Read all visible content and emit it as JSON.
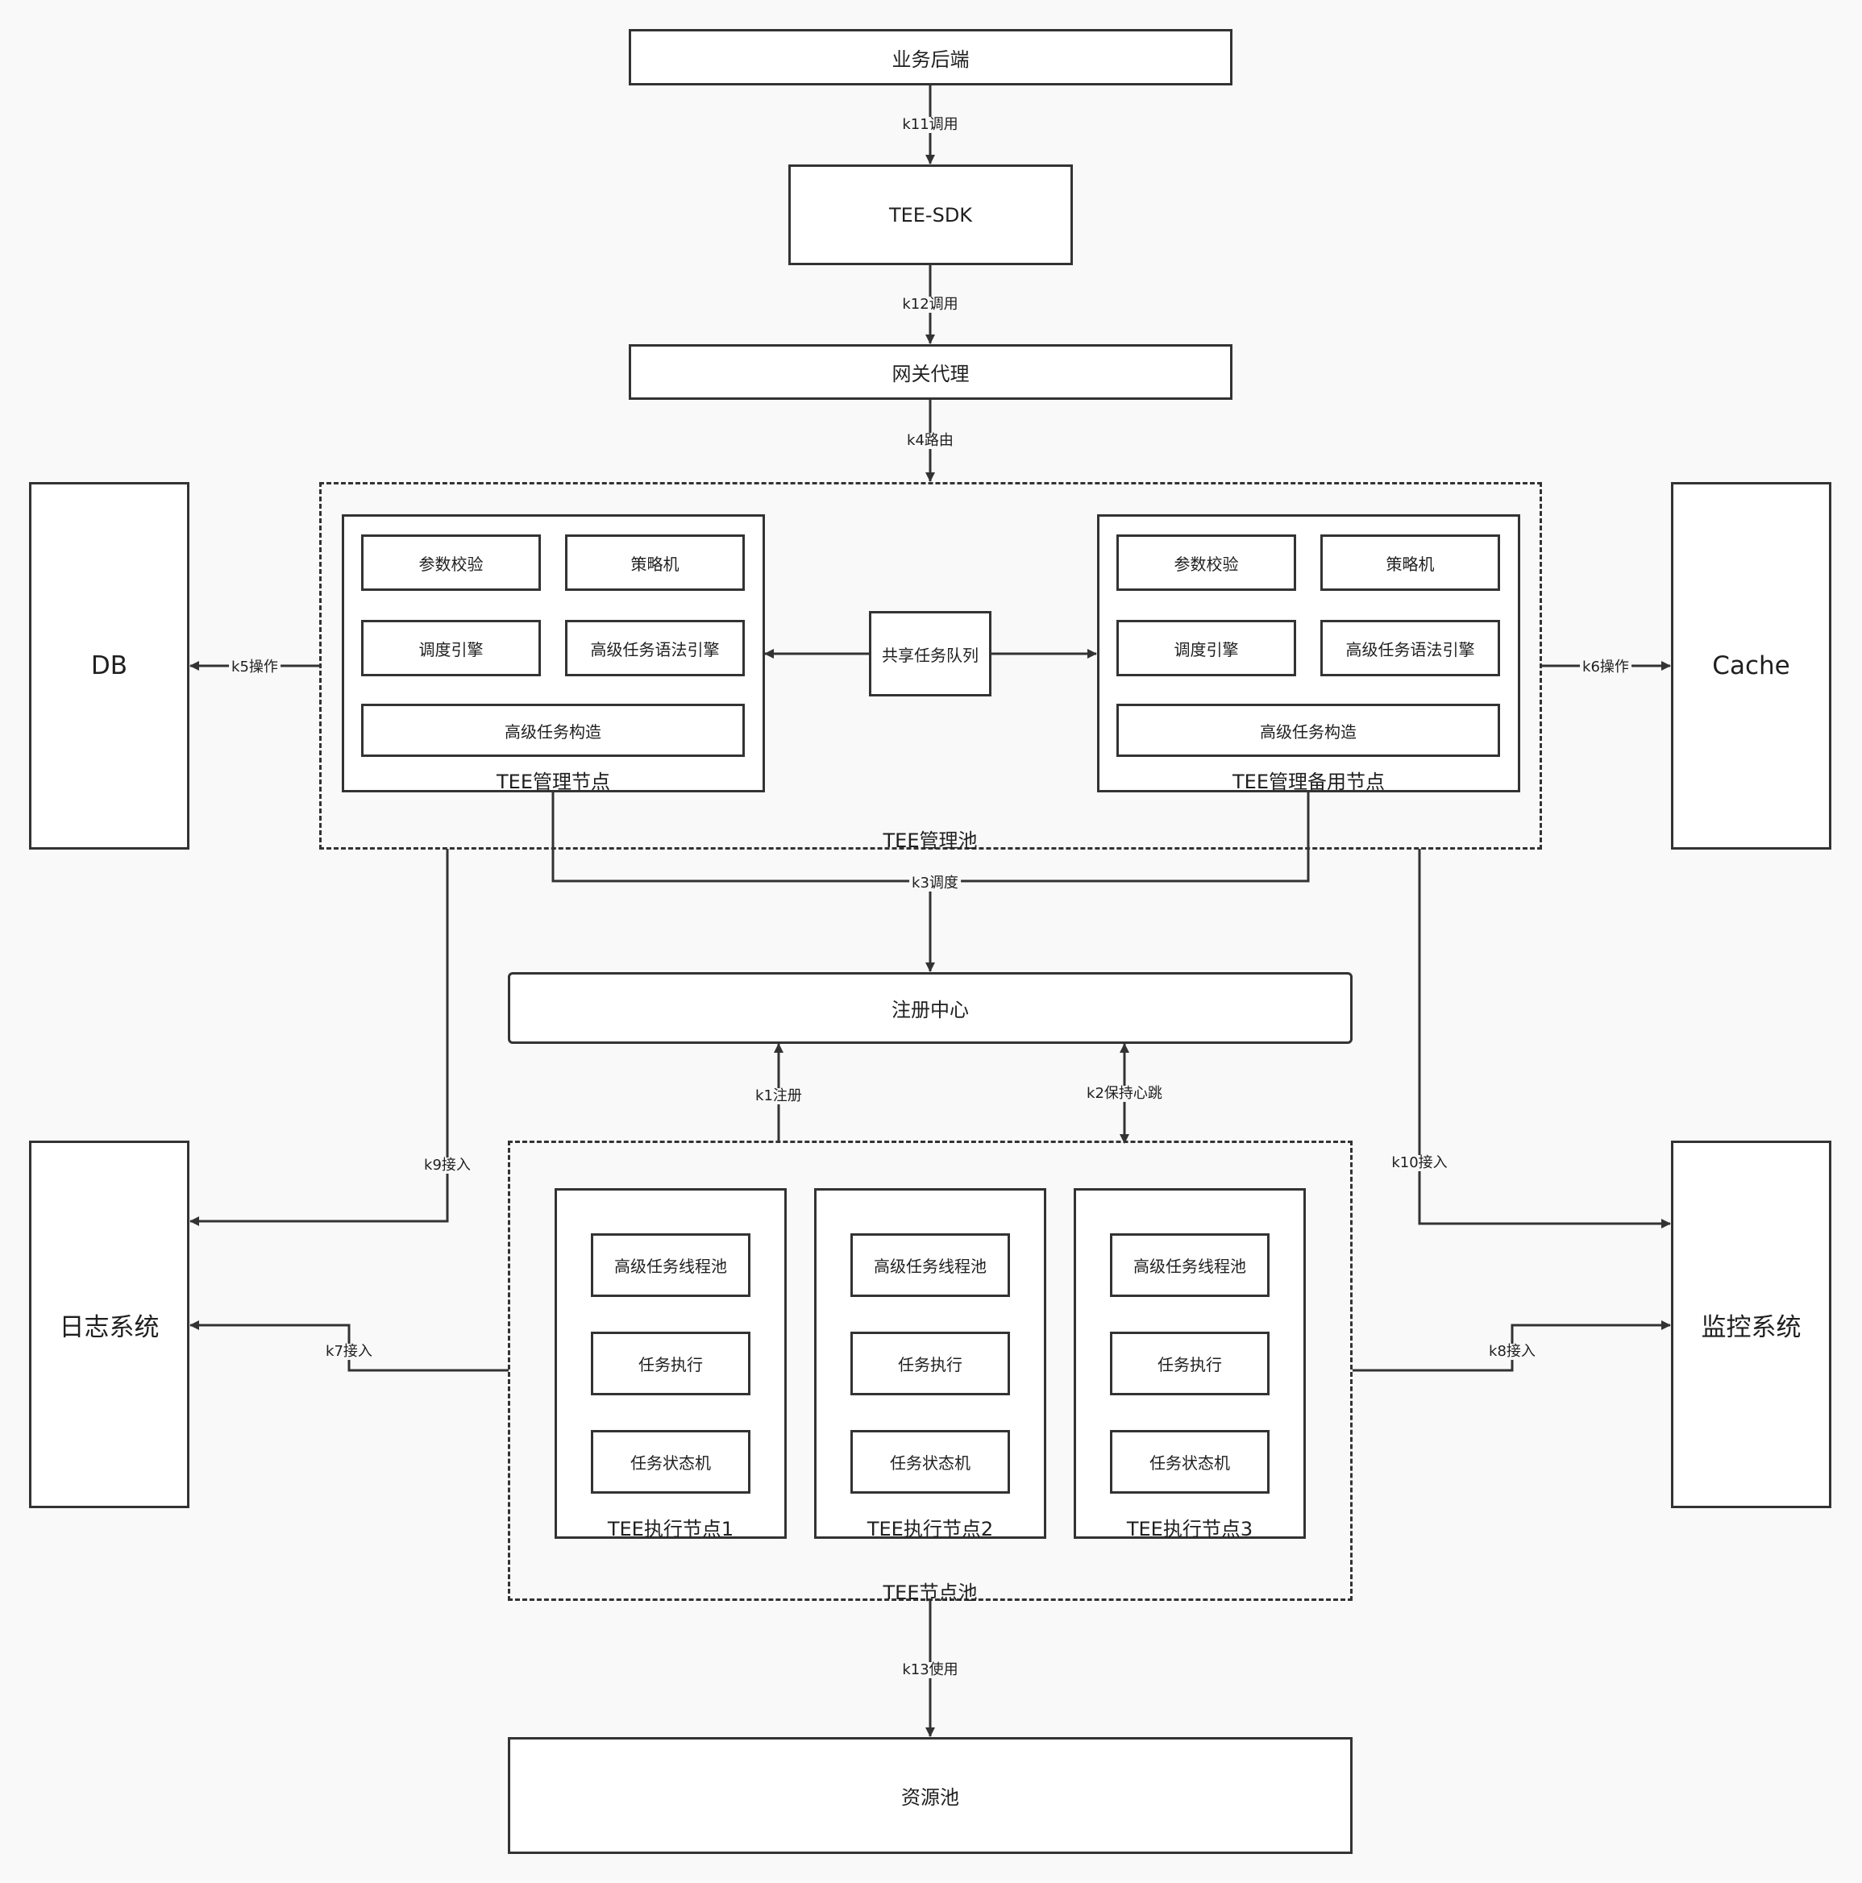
{
  "nodes": {
    "business_backend": "业务后端",
    "tee_sdk": "TEE-SDK",
    "gateway": "网关代理",
    "db": "DB",
    "cache": "Cache",
    "registry": "注册中心",
    "log_system": "日志系统",
    "monitor_system": "监控系统",
    "resource_pool": "资源池",
    "shared_queue": "共享任务队列"
  },
  "management_pool": {
    "title": "TEE管理池",
    "primary": {
      "title": "TEE管理节点",
      "components": [
        "参数校验",
        "策略机",
        "调度引擎",
        "高级任务语法引擎",
        "高级任务构造"
      ]
    },
    "backup": {
      "title": "TEE管理备用节点",
      "components": [
        "参数校验",
        "策略机",
        "调度引擎",
        "高级任务语法引擎",
        "高级任务构造"
      ]
    }
  },
  "node_pool": {
    "title": "TEE节点池",
    "exec_nodes": [
      {
        "title": "TEE执行节点1",
        "components": [
          "高级任务线程池",
          "任务执行",
          "任务状态机"
        ]
      },
      {
        "title": "TEE执行节点2",
        "components": [
          "高级任务线程池",
          "任务执行",
          "任务状态机"
        ]
      },
      {
        "title": "TEE执行节点3",
        "components": [
          "高级任务线程池",
          "任务执行",
          "任务状态机"
        ]
      }
    ]
  },
  "edges": {
    "k11": "k11调用",
    "k12": "k12调用",
    "k4": "k4路由",
    "k5": "k5操作",
    "k6": "k6操作",
    "k3": "k3调度",
    "k1": "k1注册",
    "k2": "k2保持心跳",
    "k9": "k9接入",
    "k10": "k10接入",
    "k7": "k7接入",
    "k8": "k8接入",
    "k13": "k13使用"
  }
}
